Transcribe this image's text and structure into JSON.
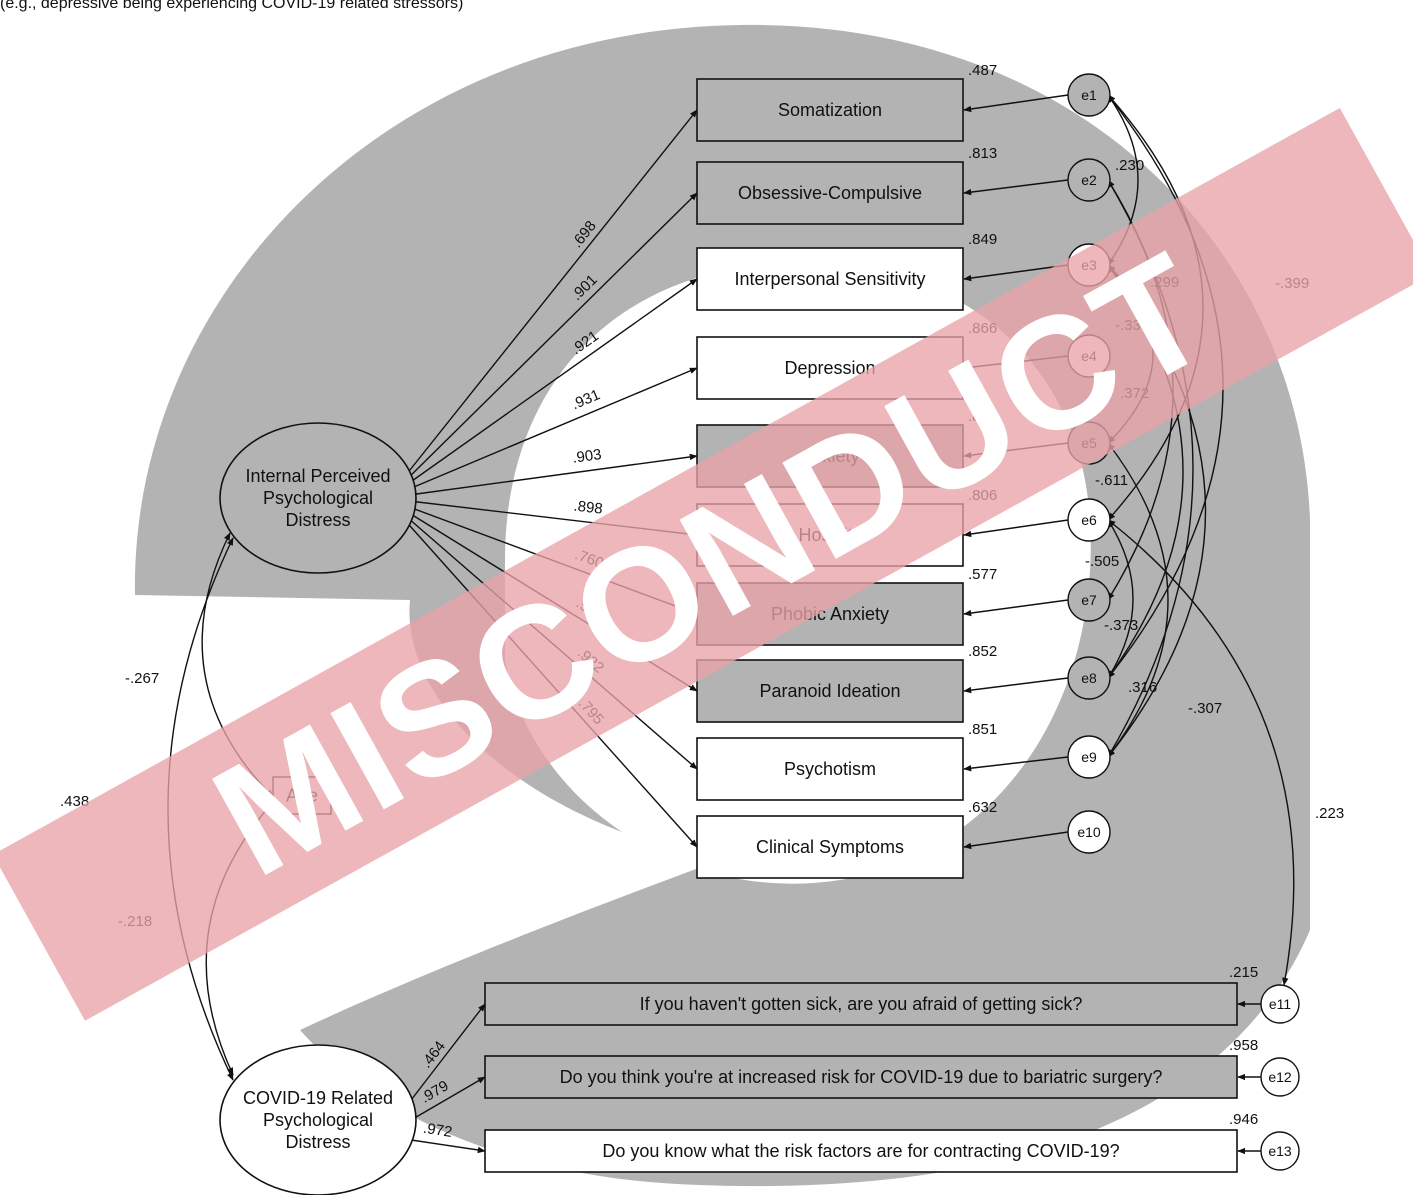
{
  "caption_fragment": "(e.g., depressive being experiencing COVID-19 related stressors)",
  "latents": {
    "internal": [
      "Internal Perceived",
      "Psychological",
      "Distress"
    ],
    "covid": [
      "COVID-19 Related",
      "Psychological",
      "Distress"
    ]
  },
  "age_label": "Age",
  "indicators": [
    {
      "label": "Somatization",
      "loading": ".698",
      "r2": ".487",
      "error": "e1"
    },
    {
      "label": "Obsessive-Compulsive",
      "loading": ".901",
      "r2": ".813",
      "error": "e2"
    },
    {
      "label": "Interpersonal Sensitivity",
      "loading": ".921",
      "r2": ".849",
      "error": "e3"
    },
    {
      "label": "Depression",
      "loading": ".931",
      "r2": ".866",
      "error": "e4"
    },
    {
      "label": "Anxiety",
      "loading": ".903",
      "r2": ".816",
      "error": "e5"
    },
    {
      "label": "Hostility",
      "loading": ".898",
      "r2": ".806",
      "error": "e6"
    },
    {
      "label": "Phobic Anxiety",
      "loading": ".760",
      "r2": ".577",
      "error": "e7"
    },
    {
      "label": "Paranoid Ideation",
      "loading": ".923",
      "r2": ".852",
      "error": "e8"
    },
    {
      "label": "Psychotism",
      "loading": ".922",
      "r2": ".851",
      "error": "e9"
    },
    {
      "label": "Clinical Symptoms",
      "loading": ".795",
      "r2": ".632",
      "error": "e10"
    }
  ],
  "covid_items": [
    {
      "label": "If you haven't gotten sick, are you afraid of getting sick?",
      "loading": ".464",
      "r2": ".215",
      "error": "e11"
    },
    {
      "label": "Do you think you're at increased risk for COVID-19 due to bariatric surgery?",
      "loading": ".979",
      "r2": ".958",
      "error": "e12"
    },
    {
      "label": "Do you know what the risk factors are for contracting COVID-19?",
      "loading": ".972",
      "r2": ".946",
      "error": "e13"
    }
  ],
  "correlations": {
    "internal_age": "-.267",
    "internal_covid": ".438",
    "covid_age": "-.218",
    "e1_e3": ".230",
    "e2_e7": ".299",
    "e1_e8": "-.399",
    "e3_e5": "-.330",
    "e3_e8": ".372",
    "e2_e9": "-.611",
    "e5_e9": ".316",
    "e6_e8": "-.505",
    "e1_e6": "-.373",
    "e3_e9": "-.307",
    "e6_e11": ".223"
  },
  "watermark": "MISCONDUCT",
  "colors": {
    "gray_blob": "#b3b3b3",
    "watermark_band": "#e8a3a8",
    "box_fill": "#ffffff",
    "stroke": "#111111",
    "arrowhead_dark": "#3a1212"
  }
}
